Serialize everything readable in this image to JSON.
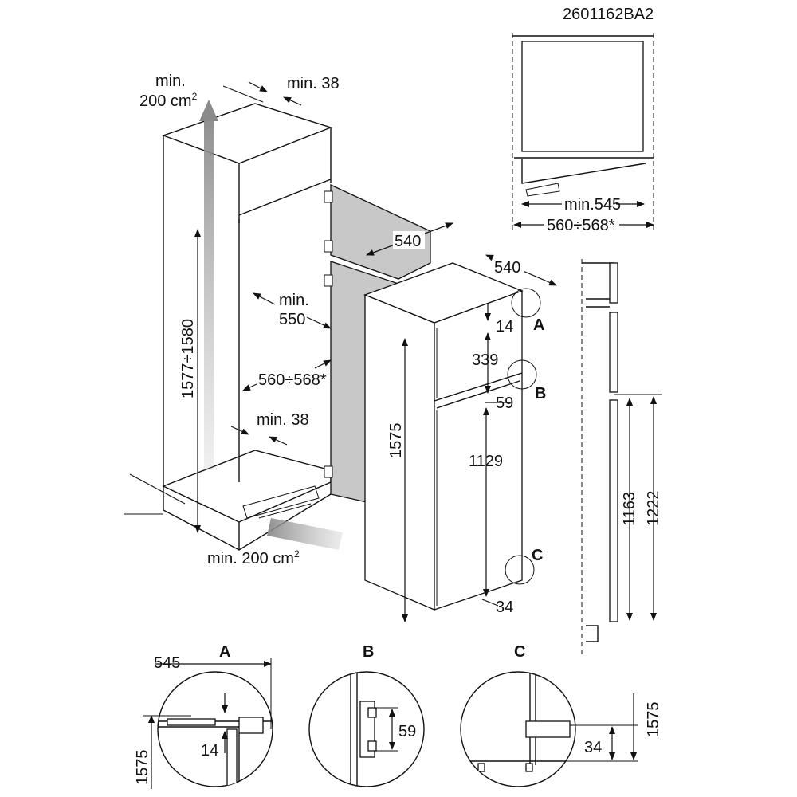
{
  "drawing_code": "2601162BA2",
  "main": {
    "top_vent": {
      "line1": "min.",
      "line2": "200 cm",
      "sup": "2"
    },
    "top_gap": "min. 38",
    "niche_height": "1577÷1580",
    "min_depth": {
      "line1": "min.",
      "line2": "550"
    },
    "niche_width": "560÷568*",
    "bottom_gap": "min. 38",
    "bottom_vent": {
      "text": "min. 200 cm",
      "sup": "2"
    },
    "door_width": "540",
    "appliance_depth": "540",
    "appliance_height": "1575",
    "dim_14": "14",
    "dim_339": "339",
    "dim_59": "59",
    "dim_1129": "1129",
    "dim_34": "34",
    "callouts": [
      "A",
      "B",
      "C"
    ]
  },
  "top_view": {
    "min_width": "min.545",
    "niche_width": "560÷568*"
  },
  "side_view": {
    "dim_1163": "1163",
    "dim_1222": "1222"
  },
  "details": {
    "A": {
      "title": "A",
      "width": "545",
      "height": "1575",
      "gap": "14"
    },
    "B": {
      "title": "B",
      "gap": "59"
    },
    "C": {
      "title": "C",
      "gap": "34",
      "height": "1575"
    }
  },
  "colors": {
    "line": "#111111",
    "panel": "#c8c8c8",
    "arrow": "#9a9a9a"
  }
}
